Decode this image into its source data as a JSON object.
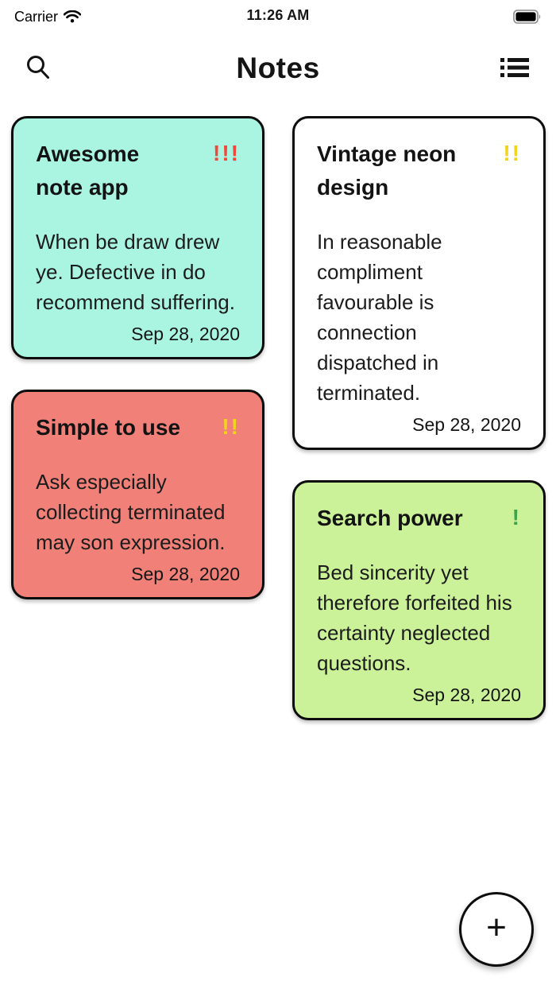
{
  "status_bar": {
    "carrier": "Carrier",
    "time": "11:26 AM",
    "wifi_icon": "wifi-icon",
    "battery_icon": "battery-icon"
  },
  "header": {
    "title": "Notes",
    "left_icon": "search-icon",
    "right_icon": "list-view-icon"
  },
  "colors": {
    "card_border": "#0d0d0d",
    "priority_high": "#F2483A",
    "priority_medium": "#F2D31F",
    "priority_low": "#3FA34A"
  },
  "notes": [
    {
      "title": "Awesome note app",
      "priority": "!!!",
      "priority_color": "#F2483A",
      "body": "When be draw drew ye. Defective in do recommend suffering.",
      "date": "Sep 28, 2020",
      "bg": "#AAF5E1"
    },
    {
      "title": "Vintage neon design",
      "priority": "!!",
      "priority_color": "#F2D31F",
      "body": "In reasonable compliment favourable is connection dispatched in terminated.",
      "date": "Sep 28, 2020",
      "bg": "#FFFFFF"
    },
    {
      "title": "Simple to use",
      "priority": "!!",
      "priority_color": "#F2D31F",
      "body": "Ask especially collecting terminated may son expression.",
      "date": "Sep 28, 2020",
      "bg": "#F08078"
    },
    {
      "title": "Search power",
      "priority": "!",
      "priority_color": "#3FA34A",
      "body": "Bed sincerity yet therefore forfeited his certainty neglected questions.",
      "date": "Sep 28, 2020",
      "bg": "#CBF299"
    }
  ],
  "fab": {
    "label": "+"
  }
}
